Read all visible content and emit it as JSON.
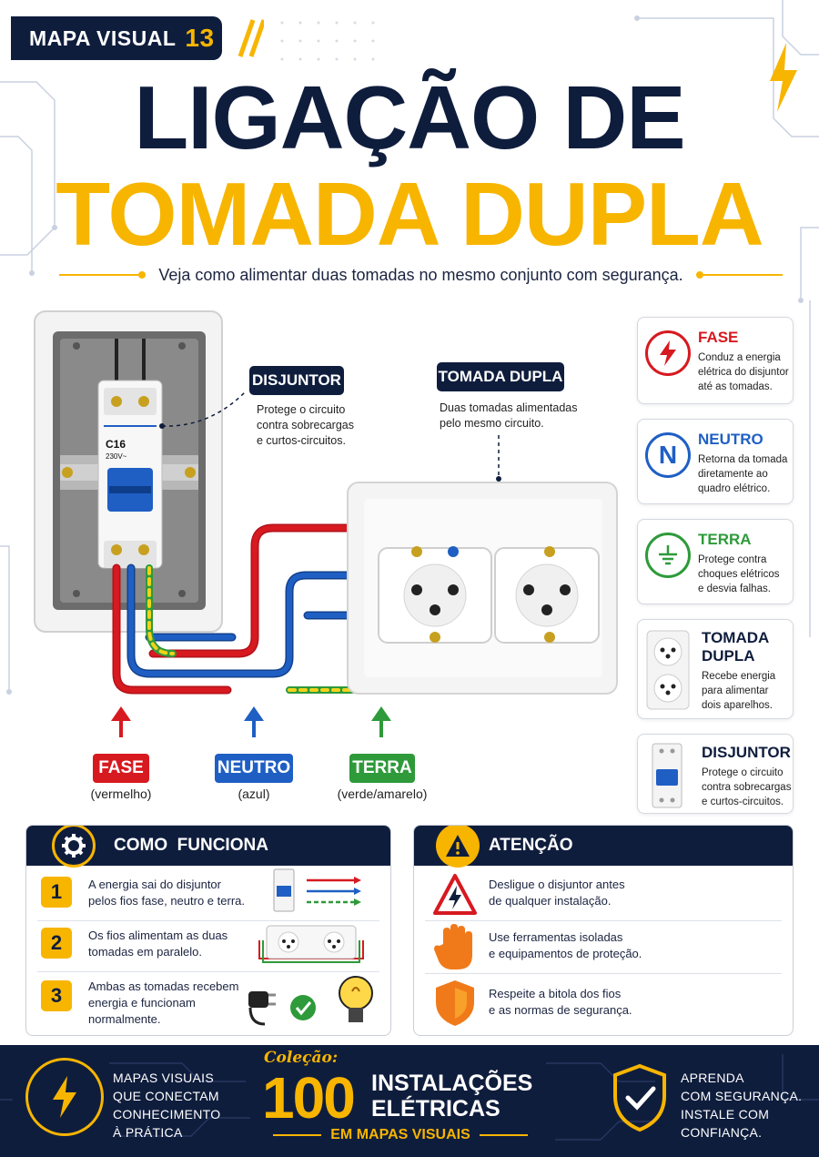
{
  "header": {
    "badge_label": "MAPA VISUAL",
    "badge_number": "13",
    "title_line1": "LIGAÇÃO DE",
    "title_line2": "TOMADA DUPLA",
    "subtitle": "Veja como alimentar duas tomadas no mesmo conjunto com segurança."
  },
  "colors": {
    "navy": "#0f1d3d",
    "yellow": "#f7b500",
    "fase": "#d71920",
    "neutro": "#1f5fc4",
    "terra": "#2e9a3a"
  },
  "breaker": {
    "model": "C16",
    "voltage": "230V~"
  },
  "callouts": {
    "disjuntor_title": "DISJUNTOR",
    "disjuntor_text": [
      "Protege o circuito",
      "contra sobrecargas",
      "e curtos-circuitos."
    ],
    "tomada_title": "TOMADA DUPLA",
    "tomada_text": [
      "Duas tomadas alimentadas",
      "pelo mesmo circuito."
    ]
  },
  "wires": [
    {
      "name": "FASE",
      "sub": "(vermelho)"
    },
    {
      "name": "NEUTRO",
      "sub": "(azul)"
    },
    {
      "name": "TERRA",
      "sub": "(verde/amarelo)"
    }
  ],
  "legend": [
    {
      "icon": "lightning-icon",
      "title": "FASE",
      "desc": [
        "Conduz a energia",
        "elétrica do disjuntor",
        "até as tomadas."
      ]
    },
    {
      "icon": "N",
      "title": "NEUTRO",
      "desc": [
        "Retorna da tomada",
        "diretamente ao",
        "quadro elétrico."
      ]
    },
    {
      "icon": "ground-icon",
      "title": "TERRA",
      "desc": [
        "Protege contra",
        "choques elétricos",
        "e desvia falhas."
      ]
    },
    {
      "icon": "double-socket-icon",
      "title": [
        "TOMADA",
        "DUPLA"
      ],
      "desc": [
        "Recebe energia",
        "para alimentar",
        "dois aparelhos."
      ]
    },
    {
      "icon": "breaker-icon",
      "title": "DISJUNTOR",
      "desc": [
        "Protege o circuito",
        "contra sobrecargas",
        "e curtos-circuitos."
      ]
    }
  ],
  "como_funciona": {
    "title": "COMO  FUNCIONA",
    "steps": [
      {
        "num": "1",
        "text": [
          "A energia sai do disjuntor",
          "pelos fios fase, neutro e terra."
        ]
      },
      {
        "num": "2",
        "text": [
          "Os fios alimentam as duas",
          "tomadas em paralelo."
        ]
      },
      {
        "num": "3",
        "text": [
          "Ambas as tomadas recebem",
          "energia e funcionam",
          "normalmente."
        ]
      }
    ]
  },
  "atencao": {
    "title": "ATENÇÃO",
    "items": [
      {
        "icon": "warning-shock-icon",
        "text": [
          "Desligue o disjuntor antes",
          "de qualquer instalação."
        ]
      },
      {
        "icon": "glove-icon",
        "text": [
          "Use ferramentas isoladas",
          "e equipamentos de proteção."
        ]
      },
      {
        "icon": "shield-icon",
        "text": [
          "Respeite a bitola dos fios",
          "e as normas de segurança."
        ]
      }
    ]
  },
  "footer": {
    "left_text": [
      "MAPAS VISUAIS",
      "QUE CONECTAM",
      "CONHECIMENTO",
      "À PRÁTICA"
    ],
    "colecao": "Coleção:",
    "big_number": "100",
    "title_line1": "INSTALAÇÕES",
    "title_line2": "ELÉTRICAS",
    "subtitle": "EM MAPAS VISUAIS",
    "right_text": [
      "APRENDA",
      "COM SEGURANÇA.",
      "INSTALE COM",
      "CONFIANÇA."
    ]
  }
}
